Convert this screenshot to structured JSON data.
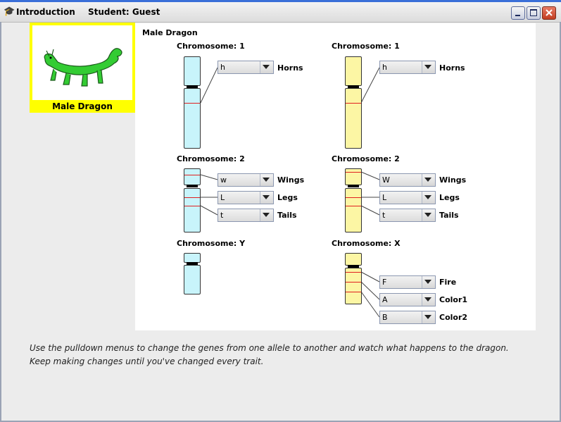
{
  "window": {
    "title_tab": "Introduction",
    "student_label": "Student: Guest"
  },
  "thumbnail": {
    "caption": "Male Dragon"
  },
  "panel": {
    "heading": "Male Dragon"
  },
  "left_column": {
    "chromosome1": {
      "title": "Chromosome: 1",
      "genes": [
        {
          "value": "h",
          "trait": "Horns"
        }
      ]
    },
    "chromosome2": {
      "title": "Chromosome: 2",
      "genes": [
        {
          "value": "w",
          "trait": "Wings"
        },
        {
          "value": "L",
          "trait": "Legs"
        },
        {
          "value": "t",
          "trait": "Tails"
        }
      ]
    },
    "chromosome3": {
      "title": "Chromosome: Y",
      "genes": []
    }
  },
  "right_column": {
    "chromosome1": {
      "title": "Chromosome: 1",
      "genes": [
        {
          "value": "h",
          "trait": "Horns"
        }
      ]
    },
    "chromosome2": {
      "title": "Chromosome: 2",
      "genes": [
        {
          "value": "W",
          "trait": "Wings"
        },
        {
          "value": "L",
          "trait": "Legs"
        },
        {
          "value": "t",
          "trait": "Tails"
        }
      ]
    },
    "chromosome3": {
      "title": "Chromosome: X",
      "genes": [
        {
          "value": "F",
          "trait": "Fire"
        },
        {
          "value": "A",
          "trait": "Color1"
        },
        {
          "value": "B",
          "trait": "Color2"
        }
      ]
    }
  },
  "instructions": {
    "line1": "Use the pulldown menus to change the genes from  one allele to another and watch what happens to the dragon.",
    "line2": "Keep making changes until you've changed every trait."
  },
  "colors": {
    "left_chromosome": "#c8f4fb",
    "right_chromosome": "#fcf6a4",
    "gene_band": "#e02020",
    "thumbnail_frame": "#ffff00",
    "dragon": "#33cc33"
  },
  "icons": [
    "app-icon",
    "minimize-icon",
    "maximize-icon",
    "close-icon",
    "dropdown-arrow-icon"
  ]
}
